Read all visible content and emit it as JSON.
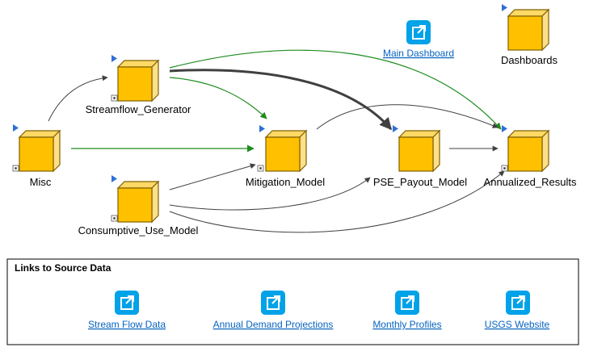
{
  "nodes": [
    {
      "id": "misc",
      "label": "Misc"
    },
    {
      "id": "streamflow",
      "label": "Streamflow_Generator"
    },
    {
      "id": "consumptive",
      "label": "Consumptive_Use_Model"
    },
    {
      "id": "mitigation",
      "label": "Mitigation_Model"
    },
    {
      "id": "pse",
      "label": "PSE_Payout_Model"
    },
    {
      "id": "annualized",
      "label": "Annualized_Results"
    },
    {
      "id": "dashboards",
      "label": "Dashboards"
    }
  ],
  "top_link": {
    "label": "Main Dashboard",
    "icon": "external-link-icon"
  },
  "source_box": {
    "title": "Links to Source Data",
    "links": [
      {
        "label": "Stream Flow Data",
        "icon": "external-link-icon"
      },
      {
        "label": "Annual Demand Projections",
        "icon": "external-link-icon"
      },
      {
        "label": "Monthly Profiles",
        "icon": "external-link-icon"
      },
      {
        "label": "USGS Website",
        "icon": "external-link-icon"
      }
    ]
  },
  "colors": {
    "cube_front": "#ffc000",
    "cube_side": "#ffe08a",
    "cube_top": "#ffd966",
    "cube_edge": "#7f6000",
    "arrow_gray": "#404040",
    "arrow_green": "#1e8c1e",
    "link_tile": "#00a2e8",
    "link_text": "#0563c1",
    "run_marker": "#2e6fd6"
  }
}
